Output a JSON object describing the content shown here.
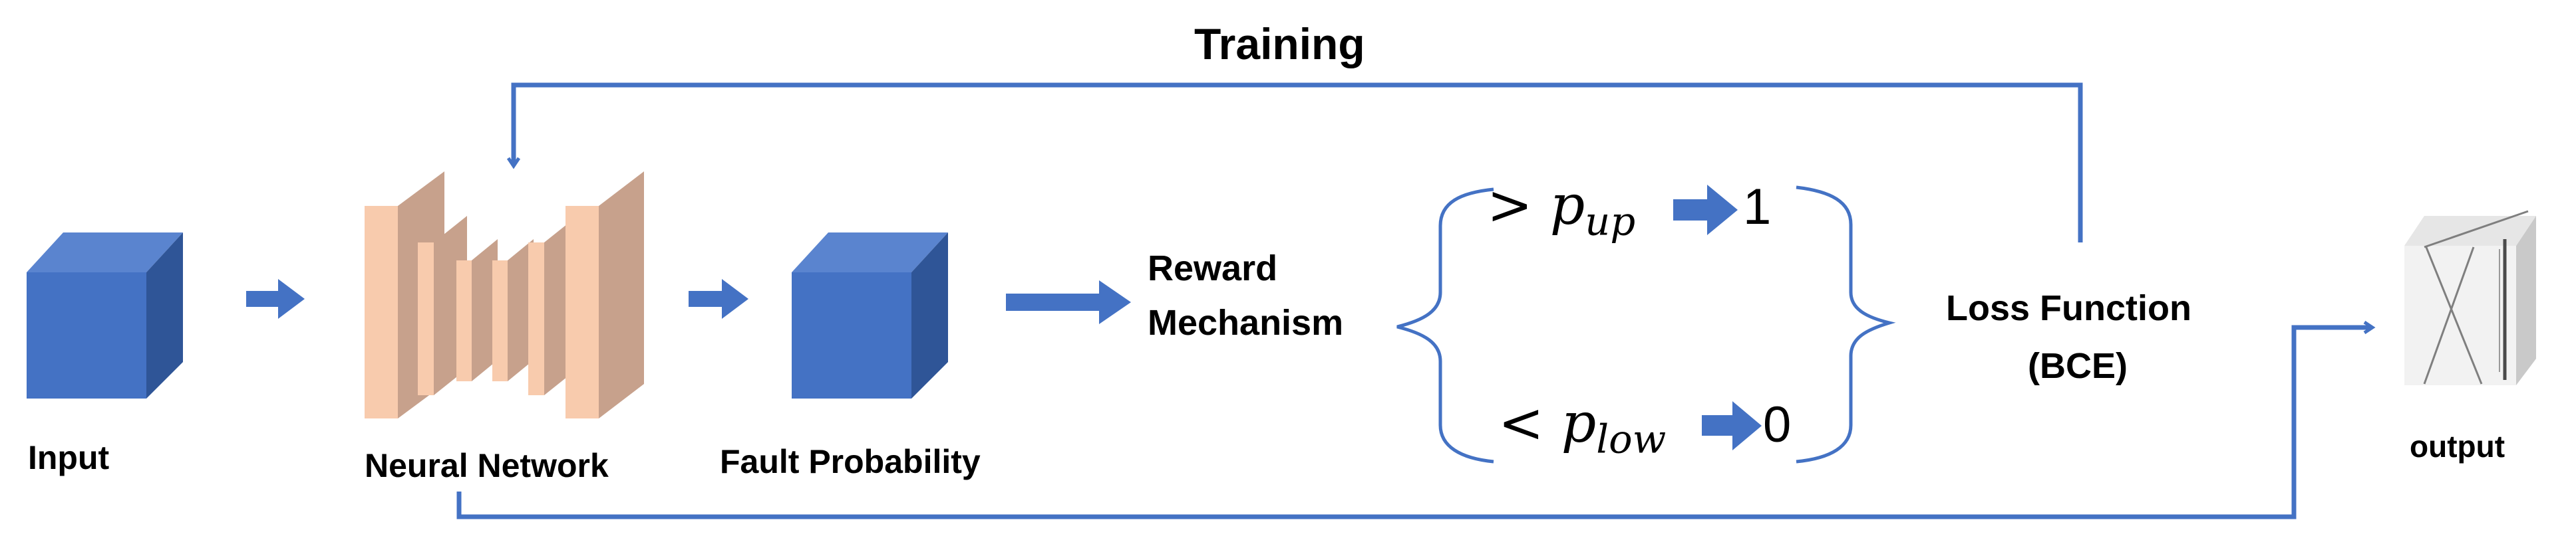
{
  "title": "Training",
  "nodes": {
    "input": "Input",
    "neural_network": "Neural Network",
    "fault_probability": "Fault Probability",
    "reward_mechanism_line1": "Reward",
    "reward_mechanism_line2": "Mechanism",
    "loss_line1": "Loss Function",
    "loss_line2": "(BCE)",
    "output": "output"
  },
  "reward_rules": {
    "upper": {
      "operator": ">",
      "symbol": "p",
      "subscript": "up",
      "result": "1"
    },
    "lower": {
      "operator": "<",
      "symbol": "p",
      "subscript": "low",
      "result": "0"
    }
  },
  "colors": {
    "cube_front": "#4472c4",
    "cube_top": "#5a84cf",
    "cube_side": "#2f5597",
    "layer_front": "#f8cbad",
    "layer_side": "#c7a18c",
    "arrow": "#4472c4",
    "output_face": "#f2f2f2"
  }
}
